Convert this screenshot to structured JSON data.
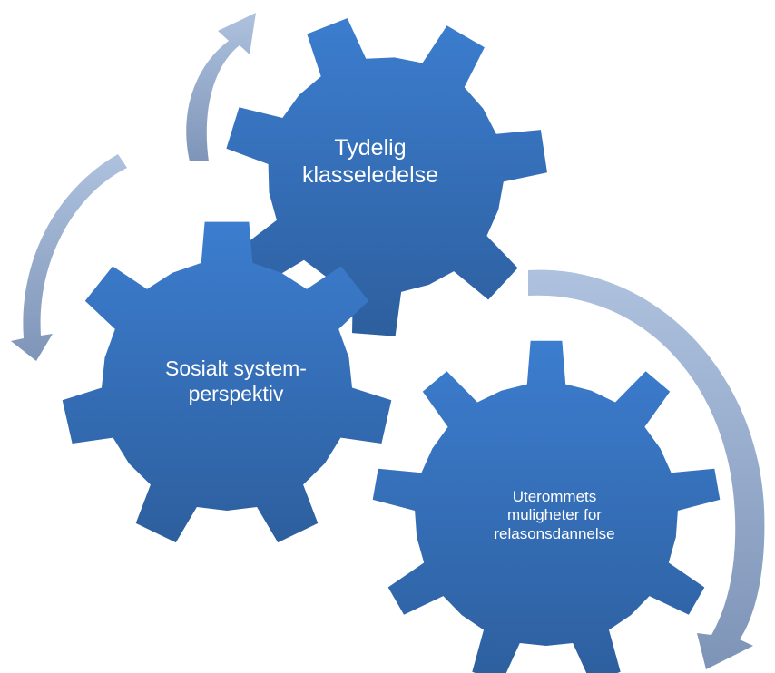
{
  "gears": [
    {
      "id": "gear-top",
      "lines": [
        "Tydelig",
        "klasseledelse"
      ]
    },
    {
      "id": "gear-left",
      "lines": [
        "Sosialt system-",
        "perspektiv"
      ]
    },
    {
      "id": "gear-right",
      "lines": [
        "Uterommets",
        "muligheter for",
        "relasonsdannelse"
      ]
    }
  ],
  "colors": {
    "gear_light": "#3c7dcf",
    "gear_dark": "#2d5f9e",
    "arrow_light": "#a9bedc",
    "arrow_dark": "#7e94b7",
    "text": "#ffffff"
  },
  "arrows": [
    {
      "name": "arrow-top",
      "icon": "curved-arrow-icon"
    },
    {
      "name": "arrow-left",
      "icon": "curved-arrow-icon"
    },
    {
      "name": "arrow-right",
      "icon": "curved-arrow-icon"
    }
  ]
}
